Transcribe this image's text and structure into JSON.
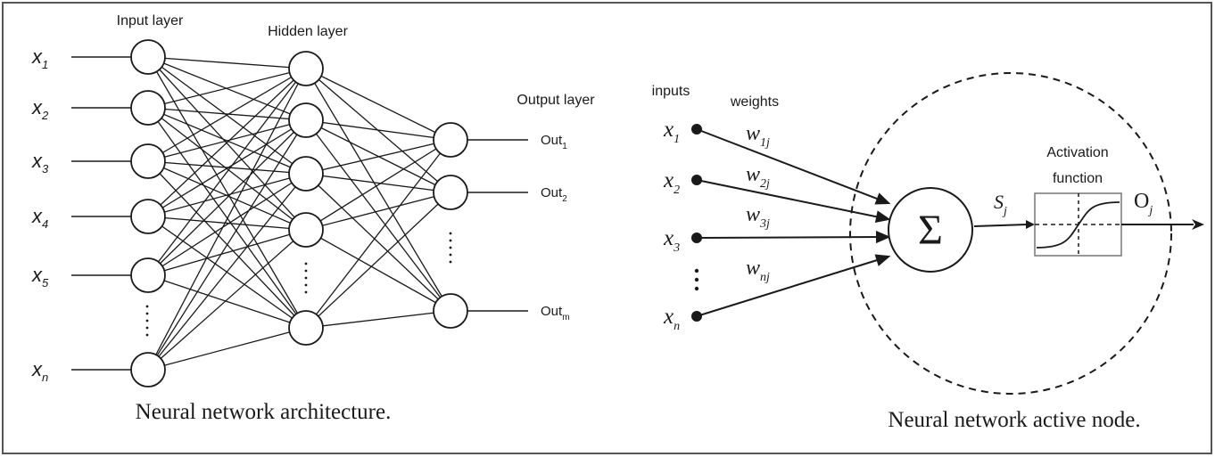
{
  "colors": {
    "line": "#1a1a1a",
    "border": "#555555",
    "background": "#ffffff"
  },
  "architecture": {
    "input_layer_label": "Input layer",
    "hidden_layer_label": "Hidden layer",
    "output_layer_label": "Output layer",
    "inputs": [
      {
        "base": "x",
        "sub": "1"
      },
      {
        "base": "x",
        "sub": "2"
      },
      {
        "base": "x",
        "sub": "3"
      },
      {
        "base": "x",
        "sub": "4"
      },
      {
        "base": "x",
        "sub": "5"
      },
      {
        "base": "x",
        "sub": "n"
      }
    ],
    "outputs": [
      {
        "base": "Out",
        "sub": "1"
      },
      {
        "base": "Out",
        "sub": "2"
      },
      {
        "base": "Out",
        "sub": "m"
      }
    ],
    "caption": "Neural network architecture."
  },
  "node": {
    "inputs_label": "inputs",
    "weights_label": "weights",
    "inputs": [
      {
        "base": "x",
        "sub": "1"
      },
      {
        "base": "x",
        "sub": "2"
      },
      {
        "base": "x",
        "sub": "3"
      },
      {
        "base": "x",
        "sub": "n"
      }
    ],
    "weights": [
      {
        "base": "w",
        "sub": "1j"
      },
      {
        "base": "w",
        "sub": "2j"
      },
      {
        "base": "w",
        "sub": "3j"
      },
      {
        "base": "w",
        "sub": "nj"
      }
    ],
    "sum_symbol": "Σ",
    "sum_output": {
      "base": "S",
      "sub": "j"
    },
    "activation_label_line1": "Activation",
    "activation_label_line2": "function",
    "output": {
      "base": "O",
      "sub": "j"
    },
    "caption": "Neural network active node."
  }
}
